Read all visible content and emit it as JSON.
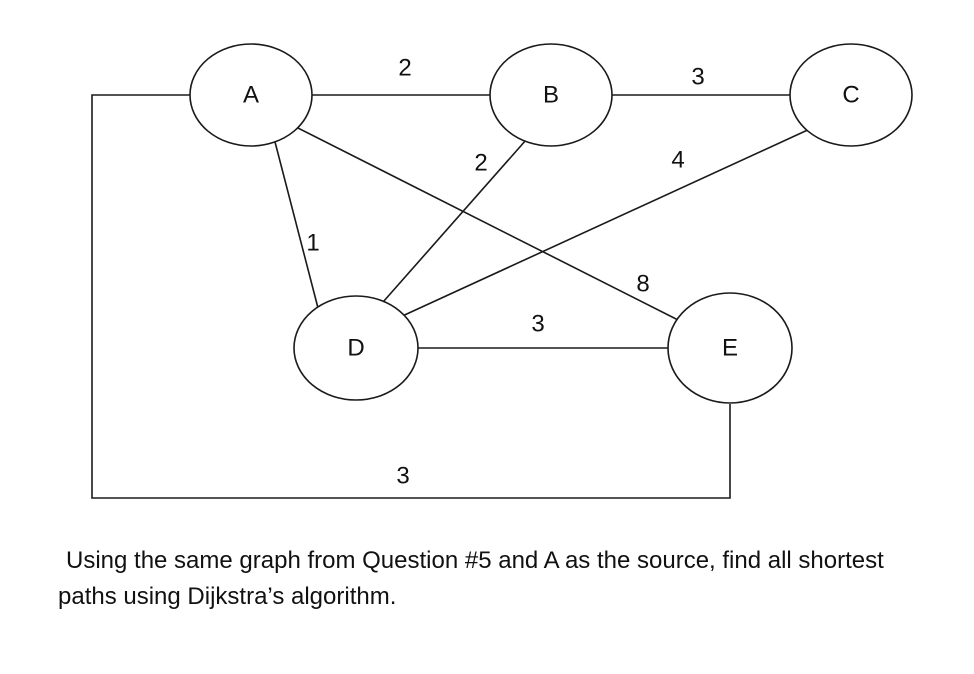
{
  "diagram": {
    "nodes": [
      {
        "id": "A",
        "label": "A"
      },
      {
        "id": "B",
        "label": "B"
      },
      {
        "id": "C",
        "label": "C"
      },
      {
        "id": "D",
        "label": "D"
      },
      {
        "id": "E",
        "label": "E"
      }
    ],
    "edges": [
      {
        "id": "AB",
        "from": "A",
        "to": "B",
        "weight": "2"
      },
      {
        "id": "BC",
        "from": "B",
        "to": "C",
        "weight": "3"
      },
      {
        "id": "AD",
        "from": "A",
        "to": "D",
        "weight": "1"
      },
      {
        "id": "AE",
        "from": "A",
        "to": "E",
        "weight": "8"
      },
      {
        "id": "BD",
        "from": "B",
        "to": "D",
        "weight": "2"
      },
      {
        "id": "CD",
        "from": "C",
        "to": "D",
        "weight": "4"
      },
      {
        "id": "DE",
        "from": "D",
        "to": "E",
        "weight": "3"
      },
      {
        "id": "AE_outer",
        "from": "A",
        "to": "E",
        "weight": "3"
      }
    ]
  },
  "question": {
    "text": "Using the same graph from Question #5 and A as the source, find all shortest paths using Dijkstra’s algorithm."
  }
}
